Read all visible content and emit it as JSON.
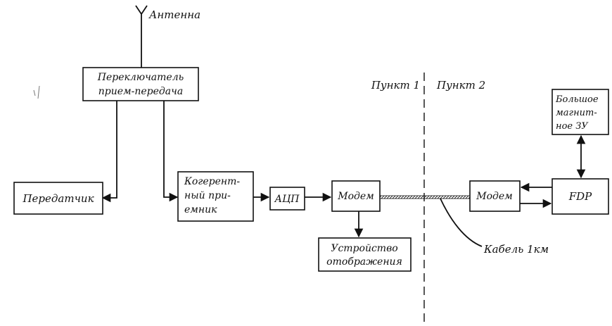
{
  "antenna": {
    "label": "Антенна"
  },
  "switch": {
    "line1": "Переключатель",
    "line2": "прием-передача"
  },
  "transmitter": {
    "label": "Передатчик"
  },
  "receiver": {
    "line1": "Когерент-",
    "line2": "ный при-",
    "line3": "емник"
  },
  "adc": {
    "label": "АЦП"
  },
  "modem1": {
    "label": "Модем"
  },
  "modem2": {
    "label": "Модем"
  },
  "display": {
    "line1": "Устройство",
    "line2": "отображения"
  },
  "fdp": {
    "label": "FDP"
  },
  "storage": {
    "line1": "Большое",
    "line2": "магнит-",
    "line3": "ное ЗУ"
  },
  "site1": {
    "label": "Пункт 1"
  },
  "site2": {
    "label": "Пункт 2"
  },
  "cable": {
    "label": "Кабель 1км"
  }
}
